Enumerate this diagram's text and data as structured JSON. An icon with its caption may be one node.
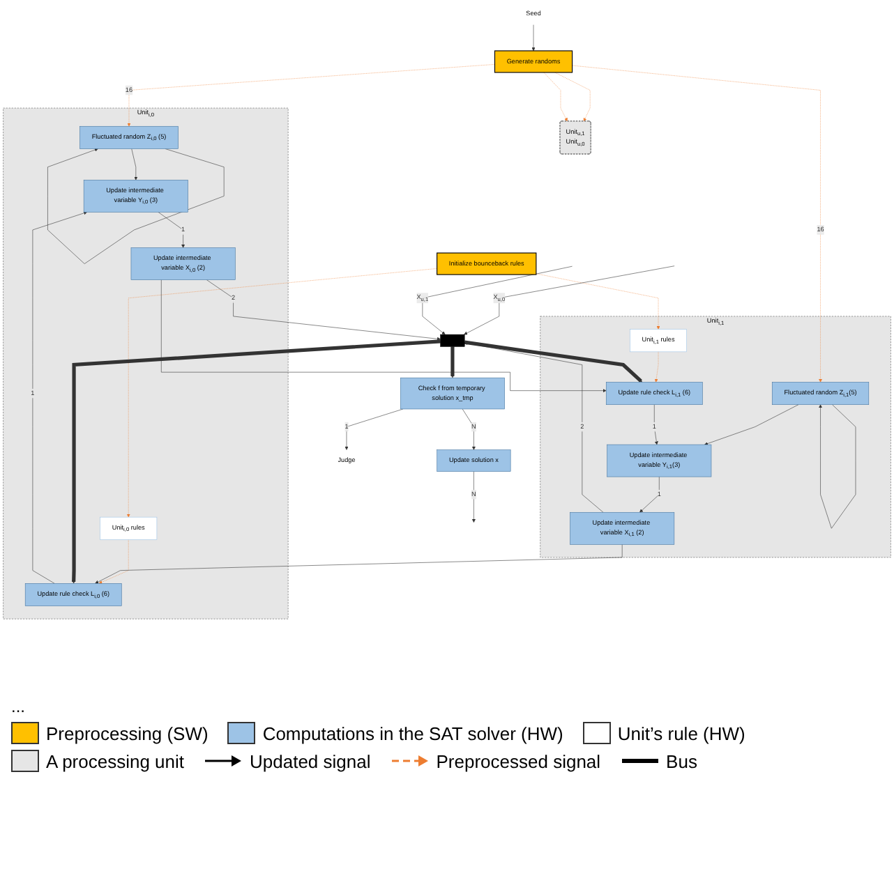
{
  "diagram": {
    "nodes": [
      {
        "text": [
          "Seed"
        ]
      },
      {
        "text": [
          "Generate randoms"
        ]
      },
      {
        "text": [
          "Initialize bounceback rules"
        ]
      },
      {
        "text": [
          "Check f from temporary solution x_tmp"
        ]
      },
      {
        "text": [
          "Judge"
        ]
      },
      {
        "text": [
          "Update solution x"
        ]
      },
      {
        "text": [
          "Unit$_{i,0}$"
        ]
      },
      {
        "text": [
          "Fluctuated random Z$_{i,0}$ (5)"
        ],
        "in": 6
      },
      {
        "text": [
          "Unit$_{i,0}$ rules"
        ],
        "in": 6
      },
      {
        "text": [
          "Update intermediate variable Y$_{i,0}$ (3)"
        ],
        "in": 6
      },
      {
        "text": [
          "Update intermediate variable X$_{i,0}$ (2)"
        ],
        "in": 6
      },
      {
        "text": [
          "Update rule check L$_{i,0}$ (6)"
        ],
        "in": 6
      },
      {
        "text": [
          "Unit$_{i,1}$"
        ]
      },
      {
        "text": [
          "Update intermediate variable Y$_{i,1}$(3)"
        ],
        "in": 12
      },
      {
        "text": [
          "Update intermediate variable X$_{i,1}$ (2)"
        ],
        "in": 12
      },
      {
        "text": [
          "Update rule check L$_{i,1}$ (6)"
        ],
        "in": 12
      },
      {
        "text": [
          "Fluctuated random Z$_{i,1}$(5)"
        ],
        "in": 12
      },
      {
        "text": [
          "Unit$_{i,1}$ rules"
        ],
        "in": 12
      },
      {
        "text": [
          "Unit$_{u,1}$",
          "Unit$_{u,0}$"
        ]
      },
      {
        "text": [],
        "shape": "bar"
      }
    ],
    "edges": [
      {
        "from": 0,
        "to": 1,
        "arrow": "to"
      },
      {
        "from": 3,
        "to": 4,
        "arrow": "to",
        "label": "1"
      },
      {
        "from": 3,
        "to": 5,
        "arrow": "to",
        "label": "N"
      },
      {
        "from": 5,
        "to": null,
        "arrow": "to",
        "label": "N"
      },
      {
        "from": 1,
        "to": 7,
        "arrow": "to",
        "label": "16",
        "style": "dashed",
        "color": "#ed7d31"
      },
      {
        "from": 1,
        "to": 16,
        "arrow": "to",
        "label": "16",
        "style": "dashed",
        "color": "#ed7d31"
      },
      {
        "from": 1,
        "to": 18,
        "arrow": "to",
        "style": "dashed",
        "color": "#ed7d31"
      },
      {
        "from": 1,
        "to": 18,
        "arrow": "to",
        "style": "dashed",
        "color": "#ed7d31"
      },
      {
        "from": 2,
        "to": 8,
        "arrow": "to",
        "style": "dashed",
        "color": "#ed7d31"
      },
      {
        "from": 2,
        "to": 17,
        "arrow": "to",
        "style": "dashed",
        "color": "#ed7d31"
      },
      {
        "from": 8,
        "to": 11,
        "arrow": "to",
        "style": "dashed",
        "color": "#ed7d31"
      },
      {
        "from": 17,
        "to": 15,
        "arrow": "to",
        "style": "dashed",
        "color": "#ed7d31"
      },
      {
        "from": 7,
        "to": 7,
        "arrow": "to"
      },
      {
        "from": 7,
        "to": 9,
        "arrow": "to"
      },
      {
        "from": 9,
        "to": 10,
        "arrow": "to",
        "label": "1"
      },
      {
        "from": 11,
        "to": 9,
        "arrow": "to",
        "label": "1"
      },
      {
        "from": 10,
        "to": 19,
        "arrow": "to",
        "label": "2"
      },
      {
        "from": 10,
        "to": 15,
        "arrow": "to"
      },
      {
        "from": 14,
        "to": 11,
        "arrow": "to"
      },
      {
        "from": 16,
        "to": 16,
        "arrow": "to"
      },
      {
        "from": 16,
        "to": 13,
        "arrow": "to"
      },
      {
        "from": 13,
        "to": 14,
        "arrow": "to",
        "label": "1"
      },
      {
        "from": 15,
        "to": 13,
        "arrow": "to",
        "label": "1"
      },
      {
        "from": 14,
        "to": 19,
        "arrow": "to",
        "label": "2"
      },
      {
        "from": null,
        "to": 19,
        "arrow": "to",
        "label": "X$_{u,0}$"
      },
      {
        "from": null,
        "to": 19,
        "arrow": "to",
        "label": "X$_{u,1}$"
      },
      {
        "from": 19,
        "to": 11,
        "arrow": "to",
        "style": "thick"
      },
      {
        "from": 19,
        "to": 15,
        "arrow": "to",
        "style": "thick"
      },
      {
        "from": 19,
        "to": 3,
        "arrow": "to",
        "style": "thick"
      }
    ],
    "labels": [
      "..."
    ],
    "legend": [
      {
        "text": "Preprocessing (SW)",
        "color": "#ffc000"
      },
      {
        "text": "Computations in the SAT solver (HW)",
        "color": "#9dc3e6"
      },
      {
        "text": "Unit’s rule (HW)",
        "color": "#ffffff"
      },
      {
        "text": "A processing unit",
        "color": "#e6e6e6"
      },
      {
        "text": "Updated signal"
      },
      {
        "text": "Preprocessed signal"
      },
      {
        "text": "Bus"
      }
    ]
  }
}
